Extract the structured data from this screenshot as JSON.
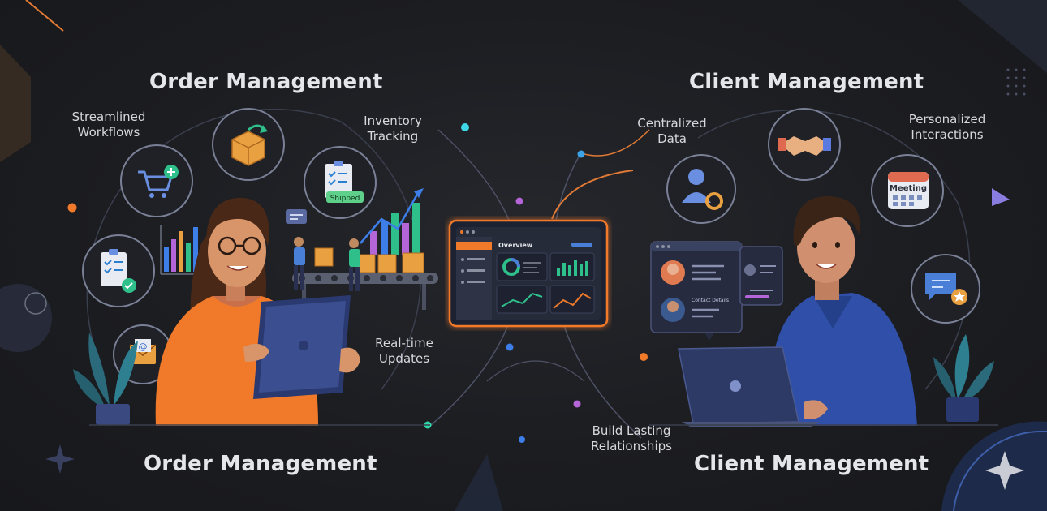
{
  "left": {
    "title_top": "Order Management",
    "title_bottom": "Order Management",
    "labels": {
      "streamlined_1": "Streamlined",
      "streamlined_2": "Workflows",
      "inventory_1": "Inventory",
      "inventory_2": "Tracking",
      "realtime_1": "Real-time",
      "realtime_2": "Updates"
    },
    "shipped_badge": "Shipped"
  },
  "center": {
    "dashboard_title": "Overview"
  },
  "right": {
    "title_top": "Client Management",
    "title_bottom": "Client Management",
    "labels": {
      "centralized_1": "Centralized",
      "centralized_2": "Data",
      "personalized_1": "Personalized",
      "personalized_2": "Interactions",
      "build_1": "Build Lasting",
      "build_2": "Relationships"
    },
    "meeting_label": "Meeting",
    "contact_label": "Contact Details"
  },
  "colors": {
    "accent_orange": "#f07a2a",
    "accent_blue": "#4a7fd8",
    "accent_green": "#2fbf8a",
    "icon_ring": "#7a8096"
  }
}
